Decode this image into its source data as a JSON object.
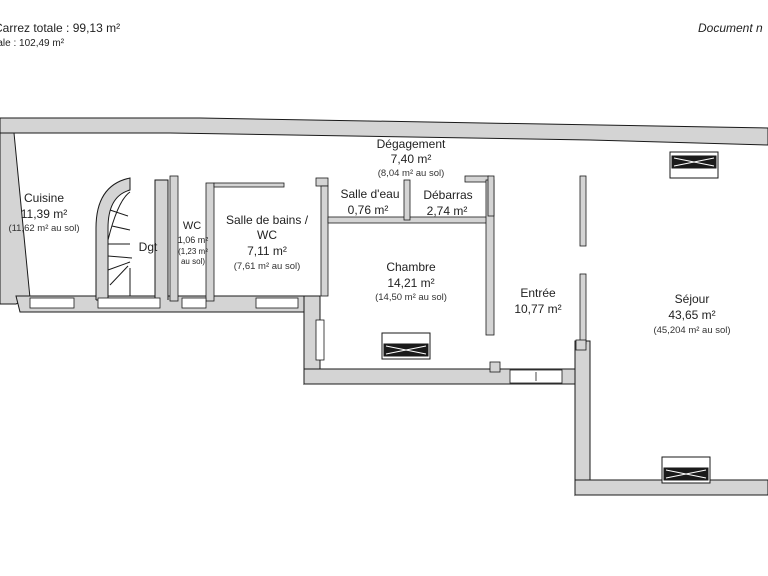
{
  "header": {
    "carrez_label": "Carrez totale :",
    "carrez_value": "99,13 m²",
    "total_label": "Totale :",
    "total_value": "102,49 m²",
    "document_note": "Document n"
  },
  "rooms": {
    "cuisine": {
      "name": "Cuisine",
      "area": "11,39 m²",
      "floor": "(11,62 m² au sol)"
    },
    "dgt": {
      "name": "Dgt"
    },
    "wc": {
      "name": "WC",
      "area": "1,06 m²",
      "floor_1": "(1,23 m²",
      "floor_2": "au sol)"
    },
    "salle_de_bains": {
      "name_1": "Salle de bains /",
      "name_2": "WC",
      "area": "7,11 m²",
      "floor": "(7,61 m² au sol)"
    },
    "degagement": {
      "name": "Dégagement",
      "area": "7,40 m²",
      "floor": "(8,04 m² au sol)"
    },
    "salle_deau": {
      "name": "Salle d'eau",
      "area": "0,76 m²"
    },
    "debarras": {
      "name": "Débarras",
      "area": "2,74 m²"
    },
    "chambre": {
      "name": "Chambre",
      "area": "14,21 m²",
      "floor": "(14,50 m² au sol)"
    },
    "entree": {
      "name": "Entrée",
      "area": "10,77 m²"
    },
    "sejour": {
      "name": "Séjour",
      "area": "43,65 m²",
      "floor": "(45,204 m² au sol)"
    }
  },
  "colors": {
    "wall": "#d4d4d4",
    "wall_outline": "#1a1a1a",
    "floor": "#ffffff",
    "window": "#ffffff"
  }
}
